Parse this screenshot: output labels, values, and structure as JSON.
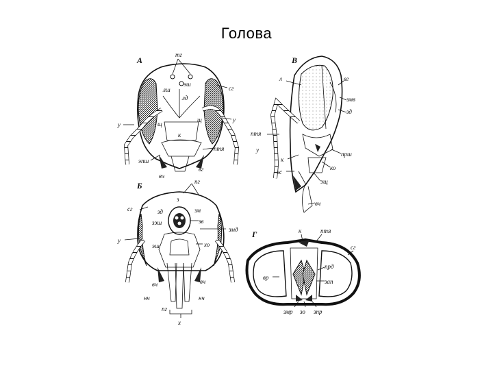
{
  "slide": {
    "title": "Голова"
  },
  "figure": {
    "panels": {
      "A": {
        "letter": "А",
        "labels": [
          "тг",
          "эш",
          "лш",
          "лд",
          "сг",
          "у",
          "щ",
          "щ",
          "у",
          "к",
          "эпш",
          "птя",
          "вч",
          "вг"
        ]
      },
      "B": {
        "letter": "Б",
        "labels": [
          "пг",
          "з",
          "сг",
          "зд",
          "зм",
          "зэш",
          "зв",
          "змд",
          "у",
          "эш",
          "хо",
          "вч",
          "вч",
          "нч",
          "нч",
          "пг",
          "х"
        ]
      },
      "V": {
        "letter": "В",
        "labels": [
          "л",
          "вг",
          "змв",
          "зд",
          "птя",
          "у",
          "прш",
          "к",
          "ко",
          "эс",
          "эщ",
          "вч"
        ]
      },
      "G": {
        "letter": "Г",
        "labels": [
          "к",
          "птя",
          "сг",
          "вр",
          "прд",
          "зап",
          "змр",
          "зо",
          "зпр"
        ]
      }
    }
  }
}
